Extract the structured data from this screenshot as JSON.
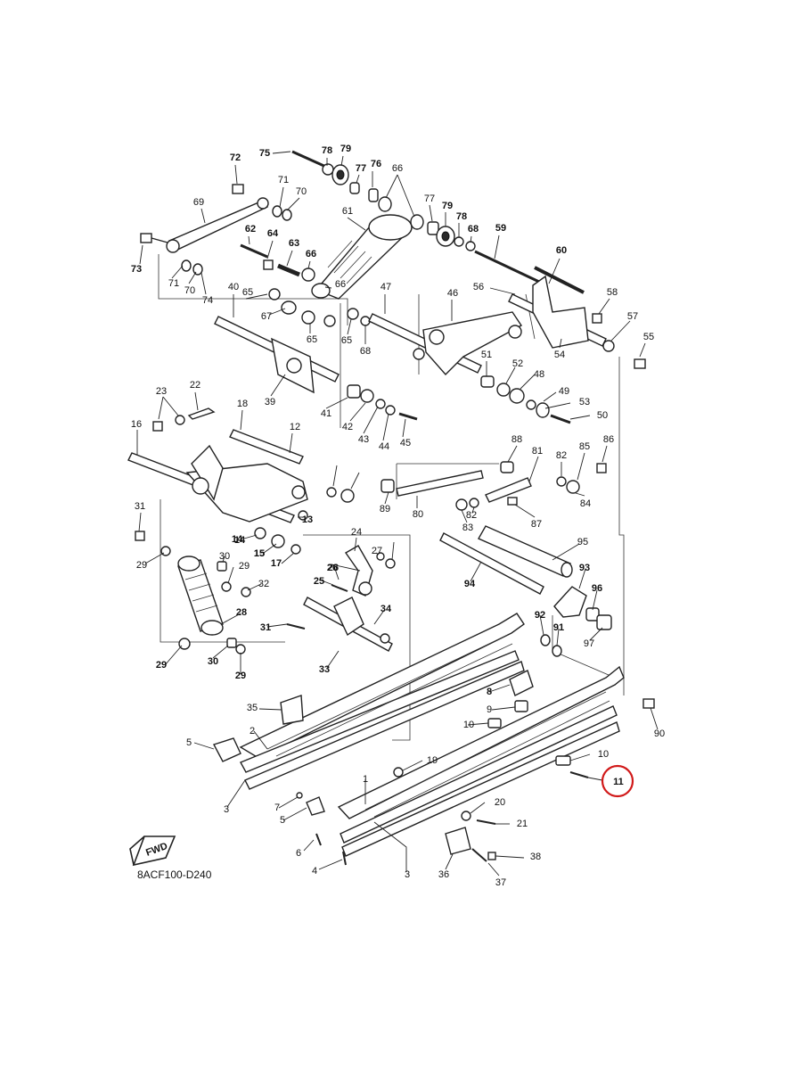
{
  "diagram": {
    "reference_code": "8ACF100-D240",
    "direction_badge": "FWD",
    "highlighted_callout": "11",
    "highlight_color": "#d11a1a",
    "callouts": [
      "72",
      "75",
      "78",
      "79",
      "77",
      "76",
      "66",
      "71",
      "70",
      "69",
      "61",
      "77",
      "79",
      "78",
      "68",
      "59",
      "73",
      "62",
      "64",
      "63",
      "66",
      "60",
      "71",
      "70",
      "74",
      "66",
      "40",
      "47",
      "46",
      "56",
      "58",
      "65",
      "67",
      "65",
      "65",
      "68",
      "57",
      "55",
      "54",
      "39",
      "51",
      "52",
      "48",
      "49",
      "53",
      "50",
      "23",
      "22",
      "18",
      "12",
      "41",
      "42",
      "43",
      "44",
      "45",
      "16",
      "88",
      "81",
      "82",
      "85",
      "86",
      "14",
      "15",
      "89",
      "80",
      "83",
      "82",
      "87",
      "84",
      "31",
      "13",
      "14",
      "15",
      "17",
      "24",
      "26",
      "27",
      "95",
      "29",
      "30",
      "29",
      "32",
      "25",
      "26",
      "93",
      "94",
      "96",
      "28",
      "92",
      "91",
      "97",
      "31",
      "34",
      "29",
      "30",
      "29",
      "33",
      "8",
      "35",
      "9",
      "10",
      "90",
      "5",
      "2",
      "10",
      "11",
      "19",
      "3",
      "1",
      "7",
      "20",
      "5",
      "21",
      "6",
      "4",
      "3",
      "36",
      "38",
      "37"
    ]
  }
}
